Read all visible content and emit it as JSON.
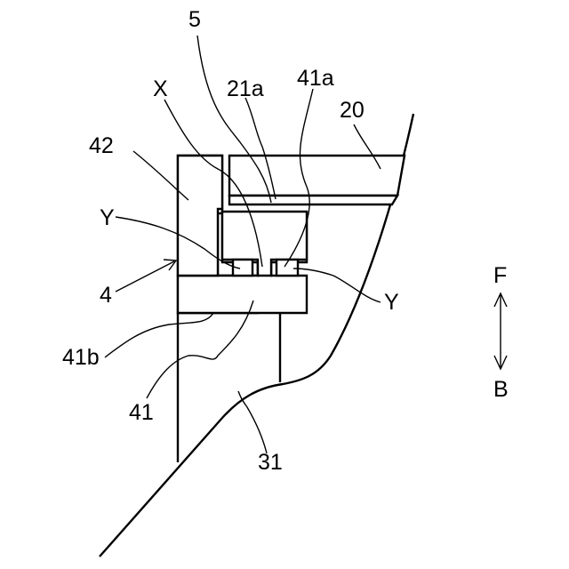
{
  "figure": {
    "labels": {
      "l5": "5",
      "x": "X",
      "l21a": "21a",
      "l41a": "41a",
      "l20": "20",
      "l42": "42",
      "y_left": "Y",
      "l4": "4",
      "y_right": "Y",
      "l41b": "41b",
      "l41": "41",
      "l31": "31",
      "f": "F",
      "b": "B"
    }
  }
}
